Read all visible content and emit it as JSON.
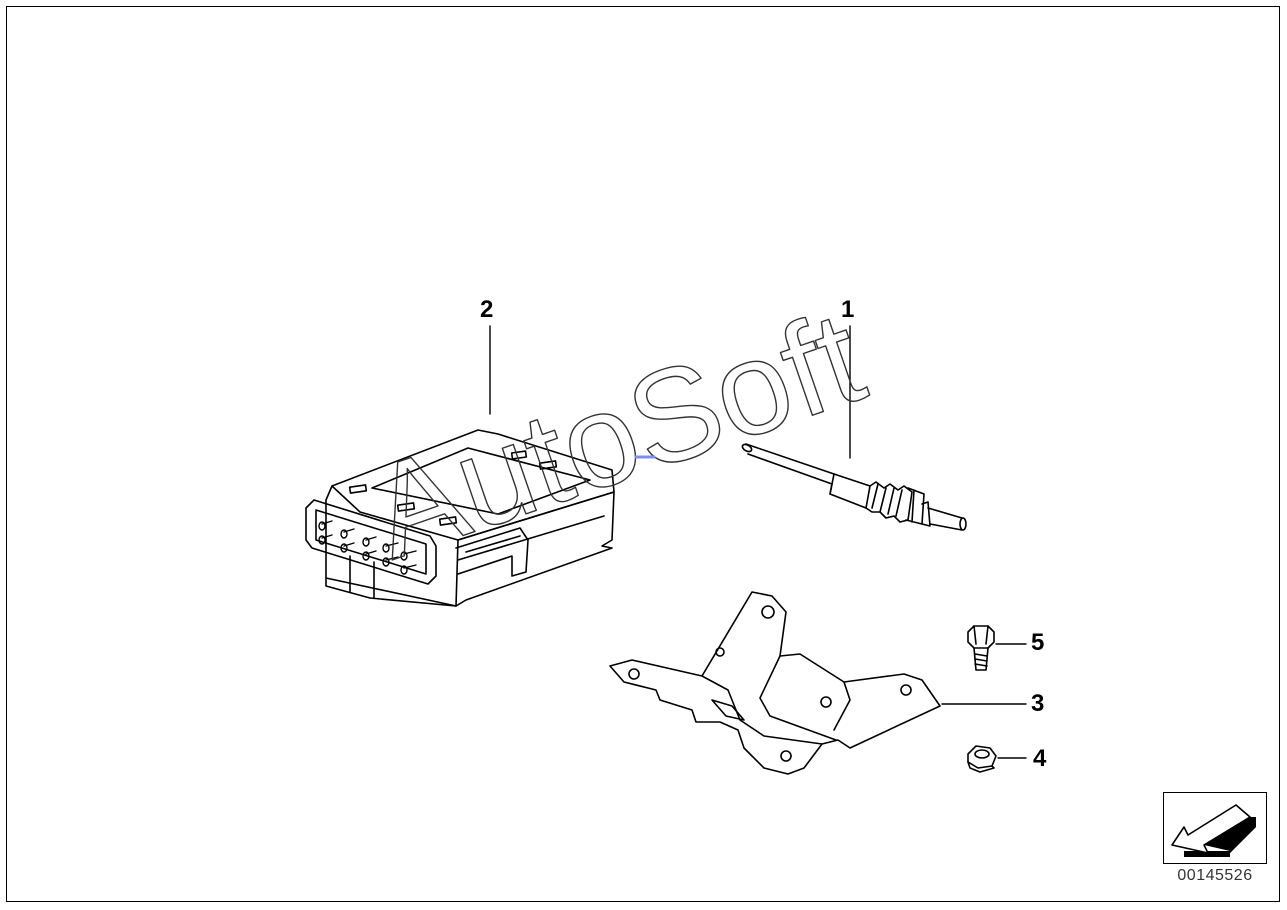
{
  "diagram": {
    "parts": [
      {
        "callout": "1",
        "part": "glow-plug"
      },
      {
        "callout": "2",
        "part": "glow-plug-control-unit"
      },
      {
        "callout": "3",
        "part": "mounting-bracket"
      },
      {
        "callout": "4",
        "part": "hex-nut"
      },
      {
        "callout": "5",
        "part": "hex-bolt"
      }
    ],
    "watermark": "AutoSoft",
    "document_id": "00145526",
    "nav_icon": "arrow-back-icon"
  },
  "colors": {
    "line": "#000000",
    "background": "#ffffff",
    "watermark": "#333333",
    "accent_mark": "#7f8cf0"
  }
}
